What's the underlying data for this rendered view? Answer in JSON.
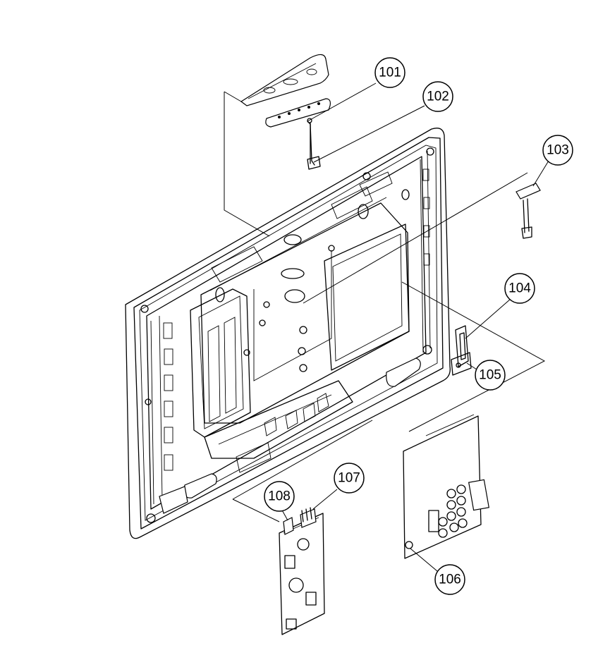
{
  "callouts": [
    {
      "id": "101",
      "label": "101"
    },
    {
      "id": "102",
      "label": "102"
    },
    {
      "id": "103",
      "label": "103"
    },
    {
      "id": "104",
      "label": "104"
    },
    {
      "id": "105",
      "label": "105"
    },
    {
      "id": "106",
      "label": "106"
    },
    {
      "id": "107",
      "label": "107"
    },
    {
      "id": "108",
      "label": "108"
    }
  ]
}
